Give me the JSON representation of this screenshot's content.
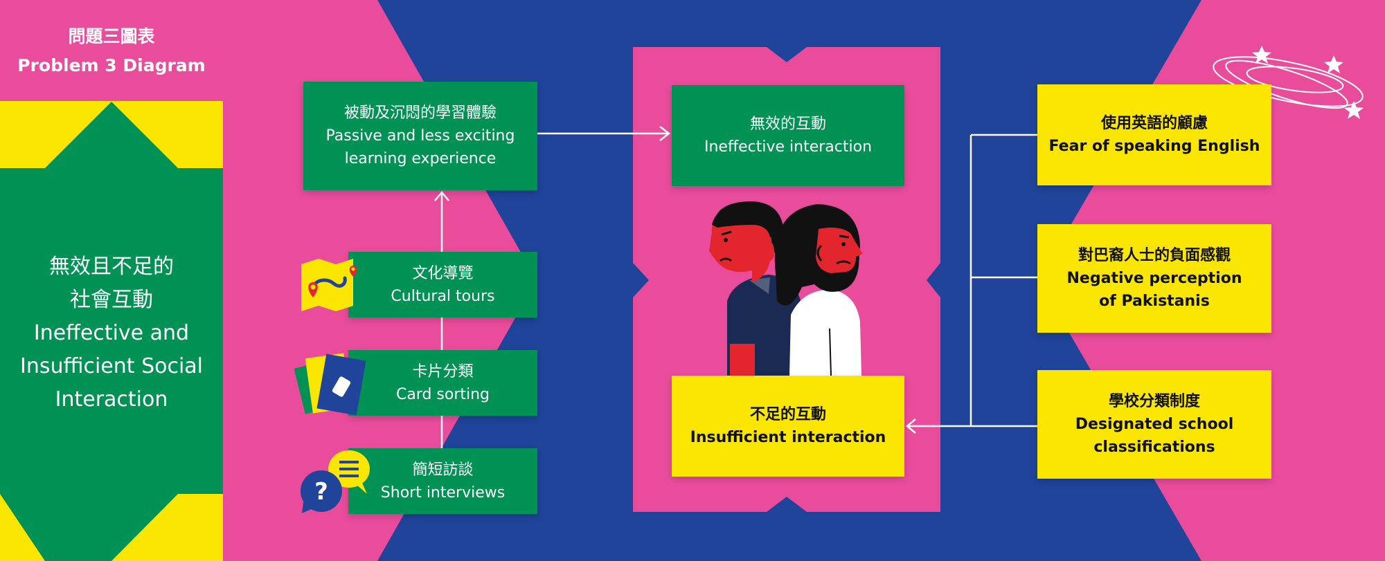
{
  "sidebar": {
    "title_zh": "問題三圖表",
    "title_en": "Problem 3 Diagram",
    "main_zh_1": "無效且不足的",
    "main_zh_2": "社會互動",
    "main_en_1": "Ineffective and",
    "main_en_2": "Insufficient Social",
    "main_en_3": "Interaction"
  },
  "left_column": {
    "top_box": {
      "zh": "被動及沉悶的學習體驗",
      "en_1": "Passive and less exciting",
      "en_2": "learning experience"
    },
    "methods": [
      {
        "zh": "文化導覽",
        "en": "Cultural tours",
        "icon": "map-route-icon"
      },
      {
        "zh": "卡片分類",
        "en": "Card sorting",
        "icon": "cards-icon"
      },
      {
        "zh": "簡短訪談",
        "en": "Short interviews",
        "icon": "chat-bubbles-icon"
      }
    ]
  },
  "center": {
    "effect_top": {
      "zh": "無效的互動",
      "en": "Ineffective interaction"
    },
    "effect_bottom": {
      "zh": "不足的互動",
      "en": "Insufficient interaction"
    }
  },
  "right_column": {
    "causes": [
      {
        "zh": "使用英語的顧慮",
        "en_1": "Fear of speaking English",
        "en_2": ""
      },
      {
        "zh": "對巴裔人士的負面感觀",
        "en_1": "Negative perception",
        "en_2": "of Pakistanis"
      },
      {
        "zh": "學校分類制度",
        "en_1": "Designated school",
        "en_2": "classifications"
      }
    ]
  },
  "colors": {
    "pink": "#ea4c9c",
    "blue": "#1f4499",
    "green": "#009255",
    "yellow": "#fae600",
    "red": "#e3262e",
    "navy": "#1a2a52"
  }
}
